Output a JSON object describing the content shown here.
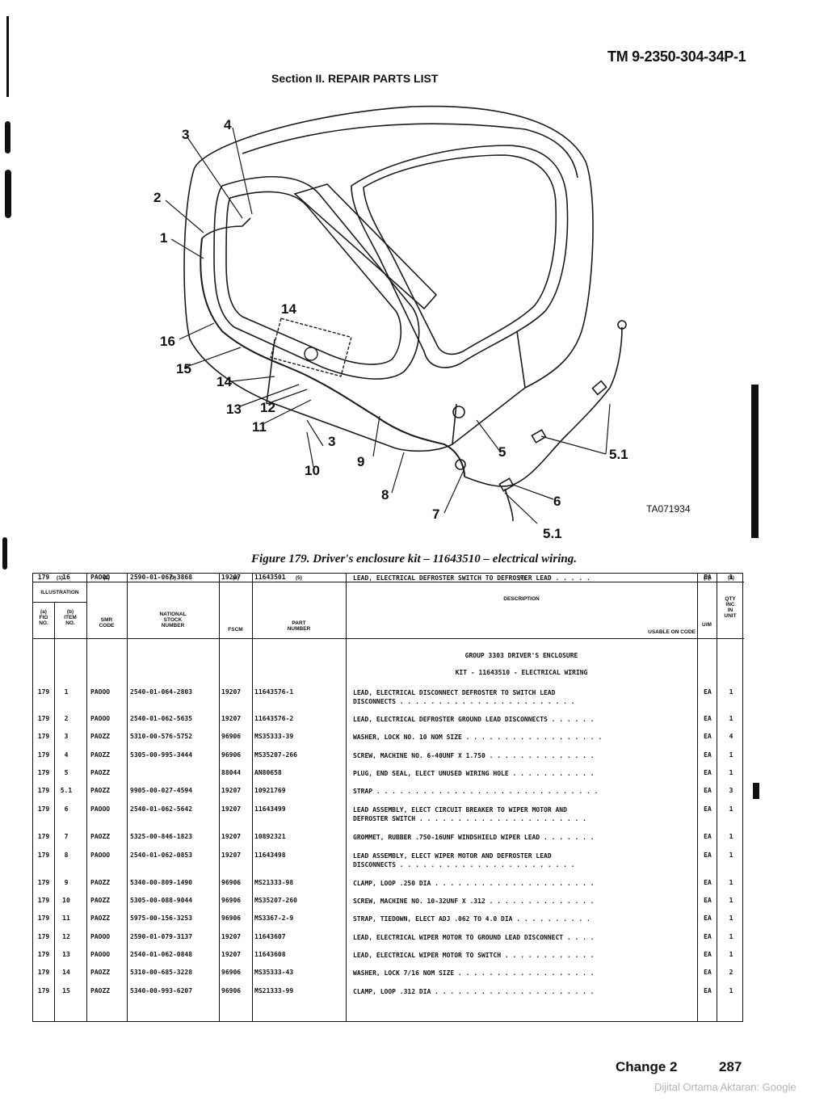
{
  "header": {
    "doc_number": "TM 9-2350-304-34P-1",
    "section_title": "Section II.  REPAIR PARTS LIST"
  },
  "figure": {
    "callouts": [
      "1",
      "2",
      "3",
      "4",
      "14",
      "16",
      "15",
      "14",
      "13",
      "12",
      "11",
      "3",
      "10",
      "9",
      "8",
      "7",
      "5",
      "5.1",
      "6",
      "5.1"
    ],
    "art_code": "TA071934",
    "caption": "Figure 179.   Driver's enclosure kit  –  11643510  –  electrical wiring."
  },
  "table": {
    "col_numbers": [
      "(1)",
      "(2)",
      "(3)",
      "(4)",
      "(5)",
      "(6)",
      "(7)",
      "(8)"
    ],
    "headers": {
      "illustration": "ILLUSTRATION",
      "fig_a": "(a)",
      "fig": "FIG",
      "fig_no": "NO.",
      "item_b": "(b)",
      "item": "ITEM",
      "item_no": "NO.",
      "smr": "SMR",
      "smr_code": "CODE",
      "nsn_1": "NATIONAL",
      "nsn_2": "STOCK",
      "nsn_3": "NUMBER",
      "fscm": "FSCM",
      "part_1": "PART",
      "part_2": "NUMBER",
      "description": "DESCRIPTION",
      "usable_on": "USABLE ON CODE",
      "um": "U/M",
      "qty_1": "QTY",
      "qty_2": "INC",
      "qty_3": "IN",
      "qty_4": "UNIT"
    },
    "group_line_1": "GROUP 3303 DRIVER'S ENCLOSURE",
    "group_line_2": "KIT - 11643510 - ELECTRICAL WIRING",
    "rows": [
      {
        "fig": "179",
        "item": "1",
        "smr": "PAOOO",
        "nsn": "2540-01-064-2803",
        "fscm": "19207",
        "part": "11643576-1",
        "desc": "LEAD, ELECTRICAL DISCONNECT DEFROSTER TO SWITCH LEAD",
        "desc2": "DISCONNECTS . . . . . . . . . . . . . . . . . . . . . . .",
        "um": "EA",
        "qty": "1"
      },
      {
        "fig": "179",
        "item": "2",
        "smr": "PAOOO",
        "nsn": "2540-01-062-5635",
        "fscm": "19207",
        "part": "11643576-2",
        "desc": "LEAD, ELECTRICAL DEFROSTER GROUND LEAD DISCONNECTS . . . . . .",
        "desc2": "",
        "um": "EA",
        "qty": "1"
      },
      {
        "fig": "179",
        "item": "3",
        "smr": "PAOZZ",
        "nsn": "5310-00-576-5752",
        "fscm": "96906",
        "part": "MS35333-39",
        "desc": "WASHER, LOCK NO. 10 NOM SIZE . . . . . . . . . . . . . . . . . .",
        "desc2": "",
        "um": "EA",
        "qty": "4"
      },
      {
        "fig": "179",
        "item": "4",
        "smr": "PAOZZ",
        "nsn": "5305-00-995-3444",
        "fscm": "96906",
        "part": "MS35207-266",
        "desc": "SCREW, MACHINE NO. 6-40UNF X 1.750 . . . . . . . . . . . . . .",
        "desc2": "",
        "um": "EA",
        "qty": "1"
      },
      {
        "fig": "179",
        "item": "5",
        "smr": "PAOZZ",
        "nsn": "",
        "fscm": "88044",
        "part": "AN80658",
        "desc": "PLUG, END SEAL, ELECT UNUSED WIRING HOLE . . . . . . . . . . .",
        "desc2": "",
        "um": "EA",
        "qty": "1"
      },
      {
        "fig": "179",
        "item": "5.1",
        "smr": "PAOZZ",
        "nsn": "9905-00-027-4594",
        "fscm": "19207",
        "part": "10921769",
        "desc": "STRAP . . . . . . . . . . . . . . . . . . . . . . . . . . . . .",
        "desc2": "",
        "um": "EA",
        "qty": "3"
      },
      {
        "fig": "179",
        "item": "6",
        "smr": "PAOOO",
        "nsn": "2540-01-062-5642",
        "fscm": "19207",
        "part": "11643499",
        "desc": "LEAD ASSEMBLY, ELECT CIRCUIT BREAKER TO WIPER MOTOR AND",
        "desc2": "DEFROSTER SWITCH . . . . . . . . . . . . . . . . . . . . . .",
        "um": "EA",
        "qty": "1"
      },
      {
        "fig": "179",
        "item": "7",
        "smr": "PAOZZ",
        "nsn": "5325-00-846-1823",
        "fscm": "19207",
        "part": "10892321",
        "desc": "GROMMET, RUBBER .750-16UNF WINDSHIELD WIPER LEAD . . . . . . .",
        "desc2": "",
        "um": "EA",
        "qty": "1"
      },
      {
        "fig": "179",
        "item": "8",
        "smr": "PAOOO",
        "nsn": "2540-01-062-0853",
        "fscm": "19207",
        "part": "11643498",
        "desc": "LEAD ASSEMBLY, ELECT WIPER MOTOR AND DEFROSTER LEAD",
        "desc2": "DISCONNECTS . . . . . . . . . . . . . . . . . . . . . . .",
        "um": "EA",
        "qty": "1"
      },
      {
        "fig": "179",
        "item": "9",
        "smr": "PAOZZ",
        "nsn": "5340-00-809-1490",
        "fscm": "96906",
        "part": "MS21333-98",
        "desc": "CLAMP, LOOP .250 DIA . . . . . . . . . . . . . . . . . . . . .",
        "desc2": "",
        "um": "EA",
        "qty": "1"
      },
      {
        "fig": "179",
        "item": "10",
        "smr": "PAOZZ",
        "nsn": "5305-00-088-9044",
        "fscm": "96906",
        "part": "MS35207-260",
        "desc": "SCREW, MACHINE NO. 10-32UNF X .312 . . . . . . . . . . . . . .",
        "desc2": "",
        "um": "EA",
        "qty": "1"
      },
      {
        "fig": "179",
        "item": "11",
        "smr": "PAOZZ",
        "nsn": "5975-00-156-3253",
        "fscm": "96906",
        "part": "MS3367-2-9",
        "desc": "STRAP, TIEDOWN, ELECT ADJ .062 TO 4.0 DIA . . . . . . . . . .",
        "desc2": "",
        "um": "EA",
        "qty": "1"
      },
      {
        "fig": "179",
        "item": "12",
        "smr": "PAOOO",
        "nsn": "2590-01-079-3137",
        "fscm": "19207",
        "part": "11643607",
        "desc": "LEAD, ELECTRICAL WIPER MOTOR TO GROUND LEAD DISCONNECT . . . .",
        "desc2": "",
        "um": "EA",
        "qty": "1"
      },
      {
        "fig": "179",
        "item": "13",
        "smr": "PAOOO",
        "nsn": "2540-01-062-0848",
        "fscm": "19207",
        "part": "11643608",
        "desc": "LEAD, ELECTRICAL WIPER MOTOR TO SWITCH . . . . . . . . . . . .",
        "desc2": "",
        "um": "EA",
        "qty": "1"
      },
      {
        "fig": "179",
        "item": "14",
        "smr": "PAOZZ",
        "nsn": "5310-00-685-3228",
        "fscm": "96906",
        "part": "MS35333-43",
        "desc": "WASHER, LOCK 7/16 NOM SIZE . . . . . . . . . . . . . . . . . .",
        "desc2": "",
        "um": "EA",
        "qty": "2"
      },
      {
        "fig": "179",
        "item": "15",
        "smr": "PAOZZ",
        "nsn": "5340-00-993-6207",
        "fscm": "96906",
        "part": "MS21333-99",
        "desc": "CLAMP, LOOP .312 DIA . . . . . . . . . . . . . . . . . . . . .",
        "desc2": "",
        "um": "EA",
        "qty": "1"
      },
      {
        "fig": "179",
        "item": "16",
        "smr": "PAOOO",
        "nsn": "2590-01-067-3868",
        "fscm": "19207",
        "part": "11643501",
        "desc": "LEAD, ELECTRICAL DEFROSTER SWITCH TO DEFROSTER LEAD . . . . .",
        "desc2": "",
        "um": "EA",
        "qty": "1"
      }
    ]
  },
  "footer": {
    "change": "Change 2",
    "page": "287",
    "attribution": "Dijital Ortama Aktaran: Google"
  }
}
